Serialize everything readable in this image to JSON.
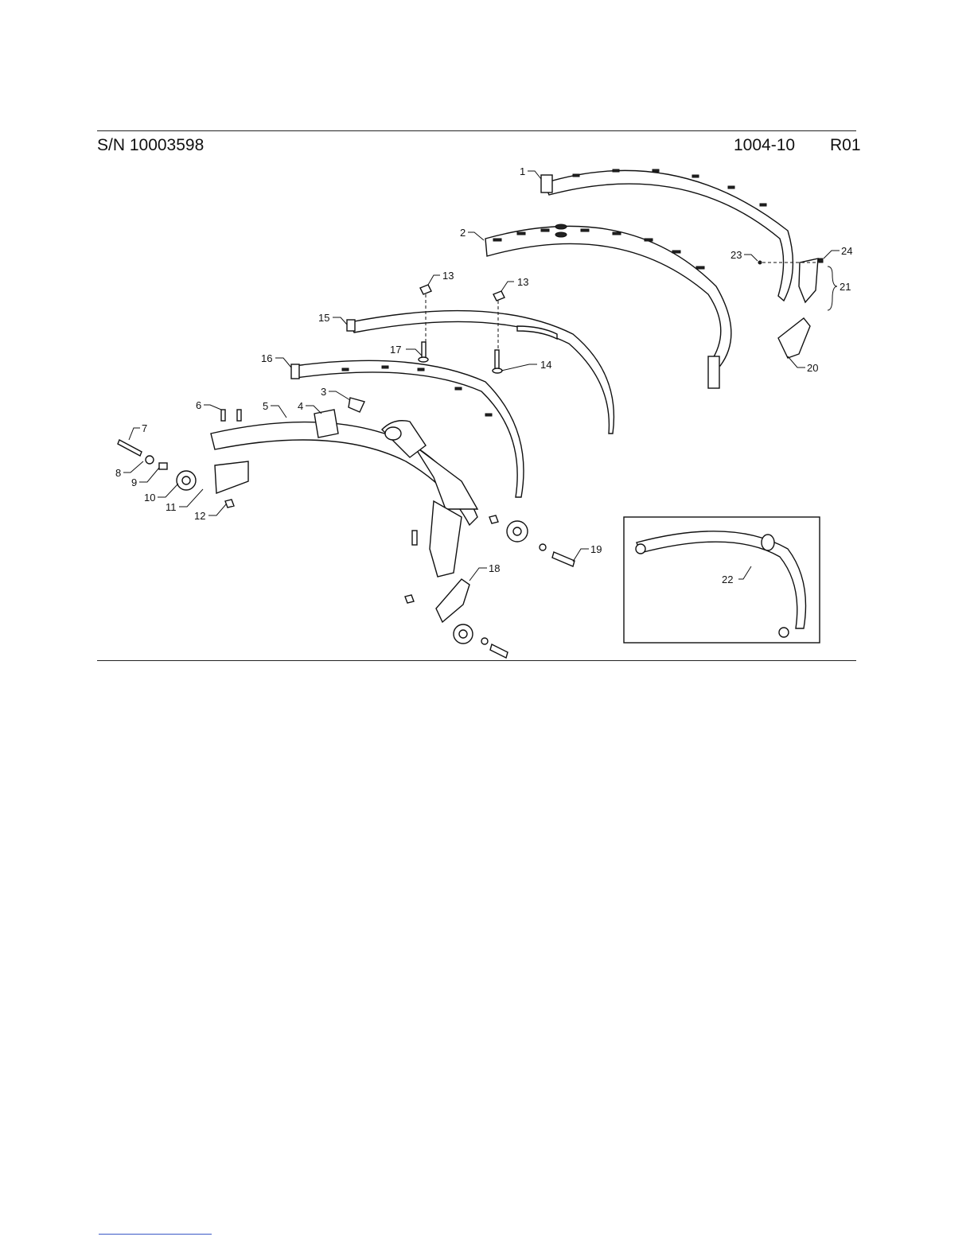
{
  "header": {
    "serial": "S/N 10003598",
    "page_code": "1004-10",
    "revision": "R01"
  },
  "callouts": [
    "1",
    "2",
    "3",
    "4",
    "5",
    "6",
    "7",
    "8",
    "9",
    "10",
    "11",
    "12",
    "13",
    "13",
    "14",
    "15",
    "16",
    "17",
    "18",
    "19",
    "20",
    "21",
    "22",
    "23",
    "24"
  ]
}
